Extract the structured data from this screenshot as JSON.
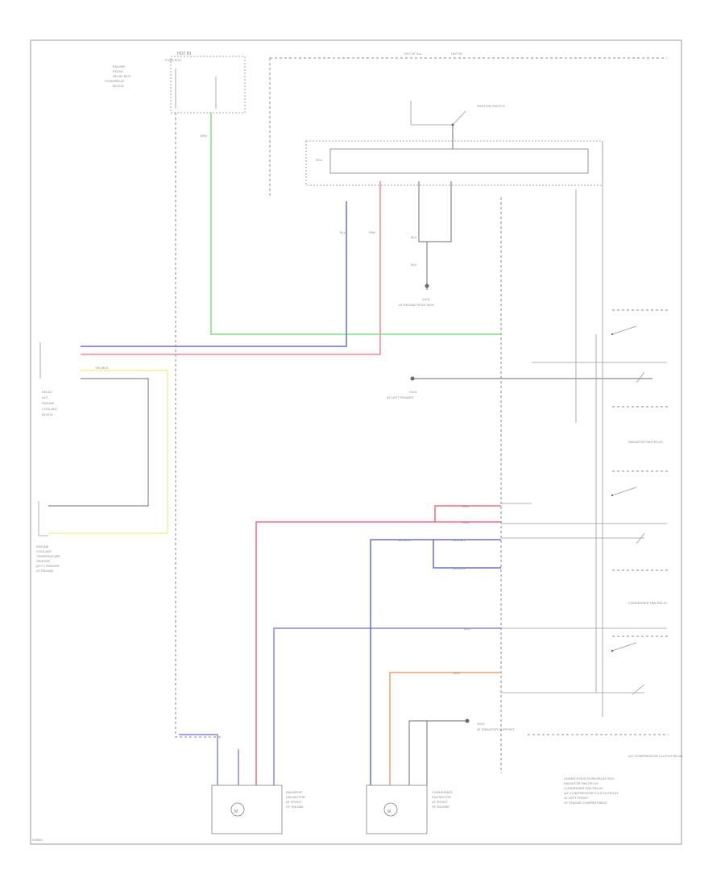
{
  "colors": {
    "grn": "#7be07b",
    "blu": "#6a6ae6",
    "pnk": "#f08a9a",
    "red": "#f06a7a",
    "yel": "#f2f29a",
    "org": "#f0a070",
    "blk": "#6e6e6e"
  },
  "labels": {
    "hot_top_left": "HOT IN",
    "fuse_top_left": "FUSE BOX",
    "fuse_block_text_1": "ENGINE",
    "fuse_block_text_2": "ROOM",
    "fuse_block_text_3": "RELAY BOX",
    "fuse_block_text_4": "FUSE/RELAY",
    "fuse_block_text_5": "BLOCK",
    "hot_top_mid": "HOT AT ALL",
    "hot_top_mid2": "HOT IN",
    "ignition_switch": "IGNITION SWITCH",
    "control_unit": "ECU",
    "grn_wire": "GRN",
    "blu_wire": "BLU",
    "pnk_wire": "PNK",
    "blk_wire": "BLK",
    "ground_1": "G101",
    "ground_1_text": "AT ENGINE REAR SIDE",
    "ground_2": "G102",
    "ground_2_text": "AT LEFT FENDER",
    "left_relay": "RELAY",
    "left_relay_text_1": "ACT",
    "left_relay_text_2": "ENGINE",
    "left_relay_text_3": "COOLANT",
    "left_relay_text_4": "BLOCK",
    "sensor_label_1": "ENGINE",
    "sensor_label_2": "COOLANT",
    "sensor_label_3": "TEMPERATURE",
    "sensor_label_4": "SENSOR",
    "sensor_label_5": "(ECT) SENSOR",
    "sensor_label_6": "AT ENGINE",
    "yel_wire": "YEL/BLK",
    "red_wire": "RED",
    "blu_blk_wire": "BLU/BLK",
    "org_wire": "ORG",
    "relay_a": "RADIATOR FAN RELAY",
    "relay_b": "CONDENSER FAN RELAY",
    "relay_c": "A/C COMPRESSOR CLUTCH RELAY",
    "motor_a_1": "RADIATOR",
    "motor_a_2": "FAN MOTOR",
    "motor_a_3": "AT FRONT",
    "motor_a_4": "OF ENGINE",
    "motor_b_1": "CONDENSER",
    "motor_b_2": "FAN MOTOR",
    "motor_b_3": "AT FRONT",
    "motor_b_4": "OF ENGINE",
    "ground_3": "G201",
    "ground_3_text": "AT RADIATOR SUPPORT",
    "bottom_right_1": "UNDER-HOOD FUSE/RELAY BOX",
    "bottom_right_2": "RADIATOR FAN RELAY",
    "bottom_right_3": "CONDENSER FAN RELAY",
    "bottom_right_4": "A/C COMPRESSOR CLUTCH RELAY",
    "bottom_right_5": "AT LEFT FRONT",
    "bottom_right_6": "OF ENGINE COMPARTMENT",
    "page_code": "W3882"
  }
}
